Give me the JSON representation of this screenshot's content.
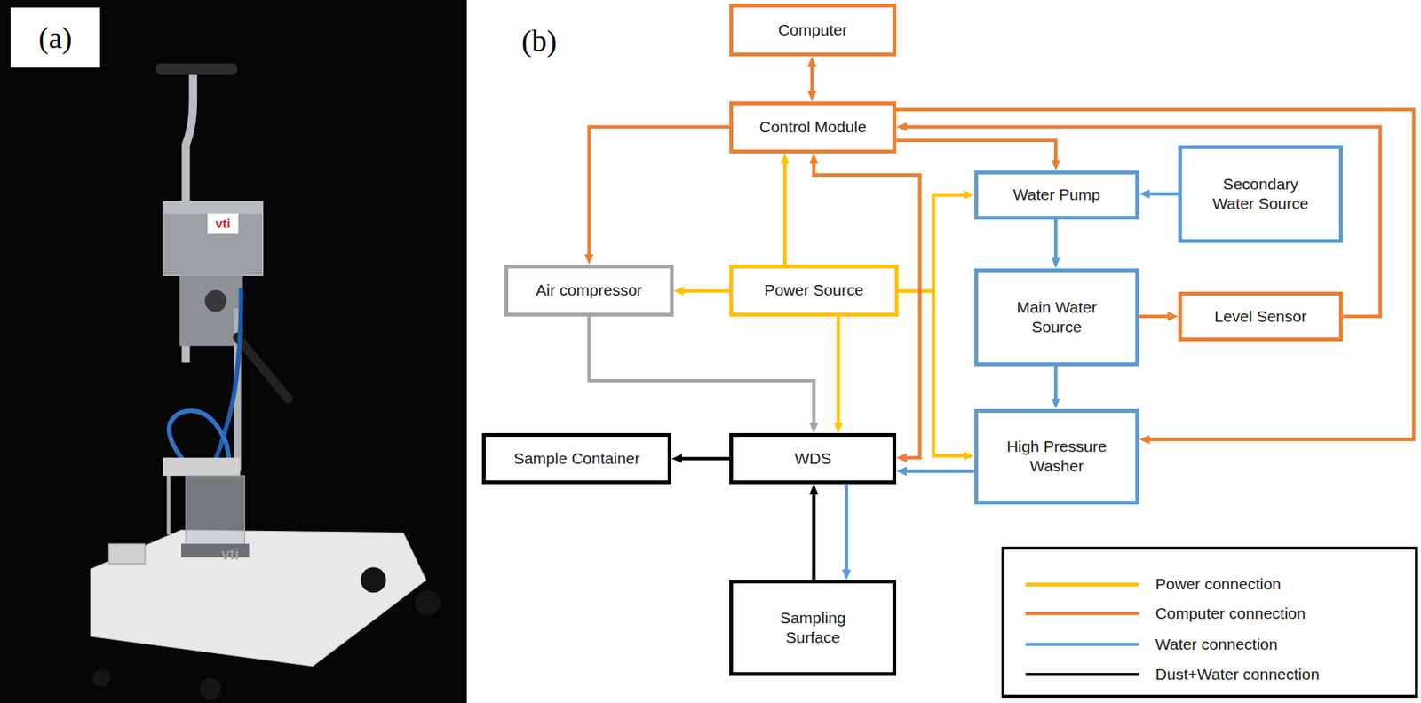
{
  "diagram": {
    "nodes": [
      {
        "text": [
          "Computer"
        ]
      },
      {
        "text": [
          "Control Module"
        ]
      },
      {
        "text": [
          "Water Pump"
        ]
      },
      {
        "text": [
          "Secondary Water Source"
        ]
      },
      {
        "text": [
          "Air compressor"
        ]
      },
      {
        "text": [
          "Power Source"
        ]
      },
      {
        "text": [
          "Main Water Source"
        ]
      },
      {
        "text": [
          "Level Sensor"
        ]
      },
      {
        "text": [
          "Sample Container"
        ]
      },
      {
        "text": [
          "WDS"
        ]
      },
      {
        "text": [
          "High Pressure Washer"
        ]
      },
      {
        "text": [
          "Sampling Surface"
        ]
      }
    ],
    "edges": [
      {
        "from": 0,
        "to": 1,
        "arrow": "both"
      },
      {
        "from": 1,
        "to": 4,
        "arrow": "to"
      },
      {
        "from": 5,
        "to": 1,
        "arrow": "to"
      },
      {
        "from": 5,
        "to": 4,
        "arrow": "to"
      },
      {
        "from": 5,
        "to": 9,
        "arrow": "to"
      },
      {
        "from": 5,
        "to": 2,
        "arrow": "to"
      },
      {
        "from": 5,
        "to": 10,
        "arrow": "to"
      },
      {
        "from": 1,
        "to": 2,
        "arrow": "to"
      },
      {
        "from": 7,
        "to": 1,
        "arrow": "to"
      },
      {
        "from": 1,
        "to": 10,
        "arrow": "to"
      },
      {
        "from": 1,
        "to": 9,
        "arrow": "both"
      },
      {
        "from": 3,
        "to": 2,
        "arrow": "to"
      },
      {
        "from": 2,
        "to": 6,
        "arrow": "to"
      },
      {
        "from": 6,
        "to": 7,
        "arrow": "to"
      },
      {
        "from": 6,
        "to": 10,
        "arrow": "to"
      },
      {
        "from": 10,
        "to": 9,
        "arrow": "to"
      },
      {
        "from": 4,
        "to": 9,
        "arrow": "to"
      },
      {
        "from": 9,
        "to": 8,
        "arrow": "to"
      },
      {
        "from": 11,
        "to": 9,
        "arrow": "to"
      },
      {
        "from": 9,
        "to": 11,
        "arrow": "to"
      }
    ],
    "labels": [
      "(a)",
      "(b)",
      "vti",
      "vti"
    ],
    "legend": [
      {
        "text": "Power connection",
        "color": "#ffc000"
      },
      {
        "text": "Computer connection",
        "color": "#ed7d31"
      },
      {
        "text": "Water connection",
        "color": "#5b9bd5"
      },
      {
        "text": "Dust+Water connection",
        "color": "#000000"
      }
    ]
  }
}
